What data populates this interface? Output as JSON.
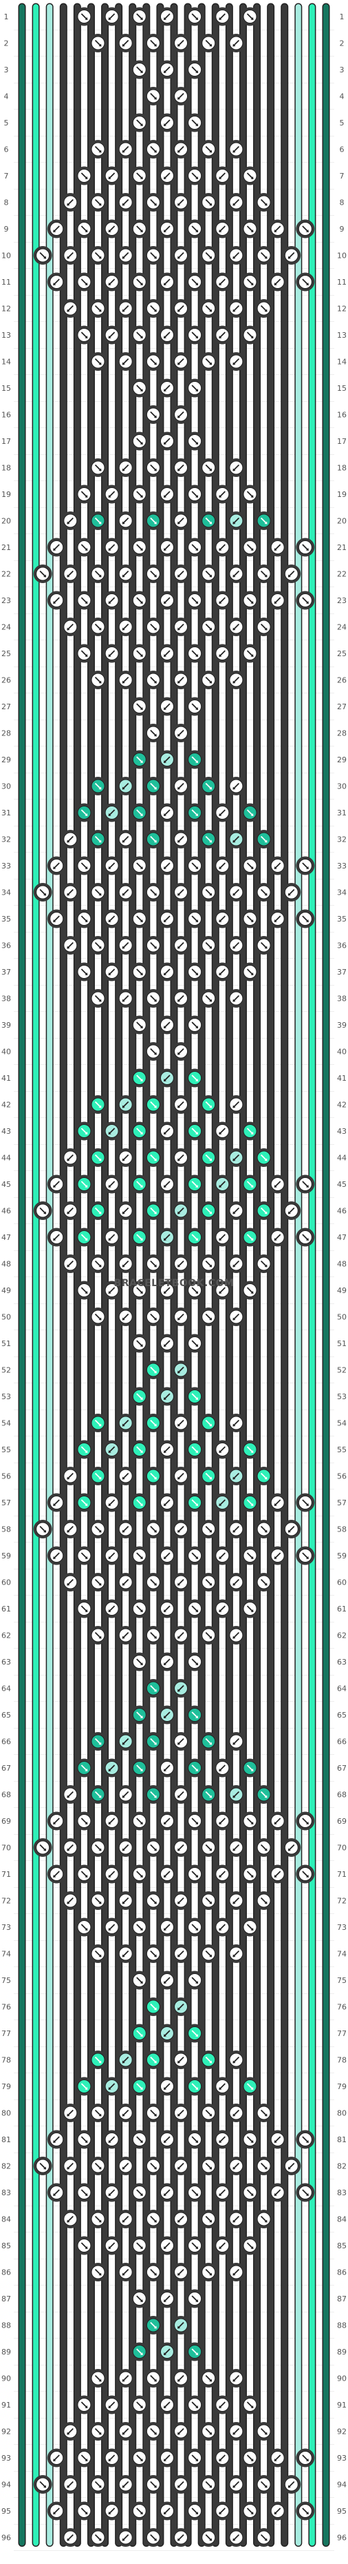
{
  "pattern": {
    "rows": 96,
    "colors": {
      "background": "#ffffff",
      "grid_line": "#dddddd",
      "dark": "#3a3a3a",
      "knot_outline": "#222222",
      "knot_empty": "#ffffff",
      "teal_dark": "#16765f",
      "teal": "#1fbf9a",
      "mint": "#2ef0b8",
      "aqua": "#a8ece0",
      "arrow": "#222222",
      "arrow_on_dark": "#ffffff"
    },
    "strand_colors": [
      "teal_dark",
      "mint",
      "aqua",
      "dark",
      "dark",
      "dark",
      "dark",
      "dark",
      "dark",
      "dark",
      "dark",
      "dark",
      "dark",
      "dark",
      "dark",
      "dark",
      "dark",
      "dark",
      "dark",
      "dark",
      "aqua",
      "mint",
      "teal_dark"
    ],
    "knot_fill_regions": [
      {
        "rows": [
          20,
          20
        ],
        "fill": "teal"
      },
      {
        "rows": [
          29,
          32
        ],
        "fill": "teal"
      },
      {
        "rows": [
          41,
          47
        ],
        "fill": "mint"
      },
      {
        "rows": [
          52,
          57
        ],
        "fill": "mint"
      },
      {
        "rows": [
          64,
          68
        ],
        "fill": "teal"
      },
      {
        "rows": [
          76,
          79
        ],
        "fill": "mint"
      },
      {
        "rows": [
          88,
          89
        ],
        "fill": "teal"
      }
    ],
    "watermark": "BRACELETBOOK.COM"
  }
}
